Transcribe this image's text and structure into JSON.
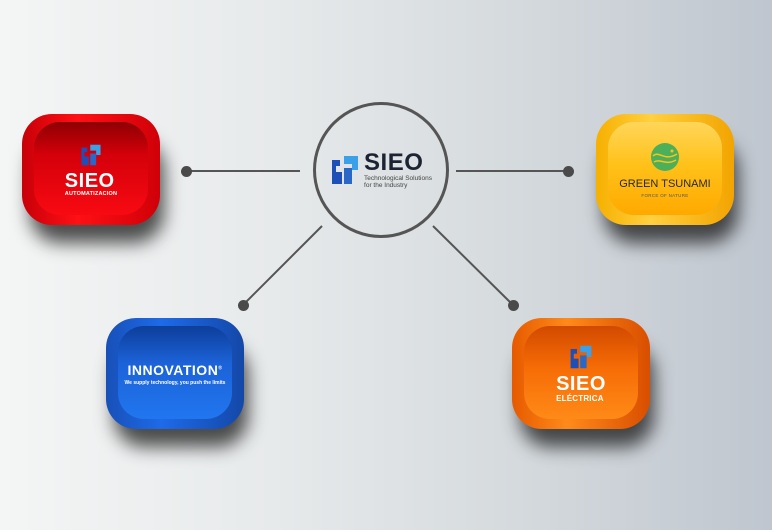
{
  "center": {
    "brand": "SIEO",
    "tagline_1": "Technological Solutions",
    "tagline_2": "for the Industry",
    "icon": "sieo-gear-logo-icon"
  },
  "nodes": [
    {
      "id": "automatizacion",
      "brand": "SIEO",
      "subtitle": "AUTOMATIZACION",
      "color": "#e8000c",
      "position": "top-left"
    },
    {
      "id": "green-tsunami",
      "brand": "GREEN TSUNAMI",
      "subtitle": "FORCE OF NATURE",
      "color": "#ffbb10",
      "position": "top-right",
      "logo_color": "#4caf5a"
    },
    {
      "id": "innovation",
      "brand": "INNOVATION",
      "trademark": "®",
      "subtitle": "We supply technology, you push the limits",
      "color": "#1e66e0",
      "position": "bottom-left"
    },
    {
      "id": "electrica",
      "brand": "SIEO",
      "subtitle": "ELÉCTRICA",
      "color": "#f57010",
      "position": "bottom-right"
    }
  ],
  "colors": {
    "connector": "#555555",
    "sieo_blue": "#1e4fb8",
    "sieo_light_blue": "#3aa0e8"
  }
}
